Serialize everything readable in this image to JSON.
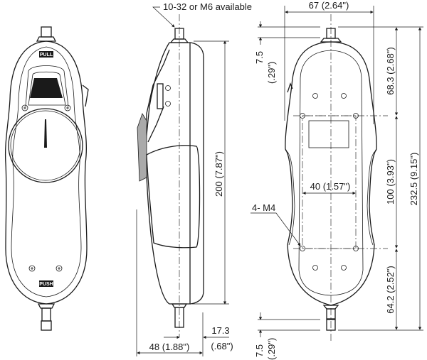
{
  "front_view": {
    "pull_label": "PULL",
    "push_label": "PUSH"
  },
  "side_view": {
    "thread_note": "10-32 or M6 available",
    "height_dim": "200 (7.87\")",
    "depth_dim": "48 (1.88\")",
    "stud_dim_value": "17.3",
    "stud_dim_inch": "(.68\")"
  },
  "back_view": {
    "width_dim": "67 (2.64\")",
    "top_stud_value": "7.5",
    "top_stud_inch": "(.29\")",
    "bottom_stud_value": "7.5",
    "bottom_stud_inch": "(.29\")",
    "top_to_holes_dim": "68.3 (2.68\")",
    "hole_pitch_v_dim": "100 (3.93\")",
    "hole_pitch_h_dim": "40 (1.57\")",
    "bottom_dim": "64.2 (2.52\")",
    "overall_dim": "232.5 (9.15\")",
    "hole_note": "4- M4"
  }
}
